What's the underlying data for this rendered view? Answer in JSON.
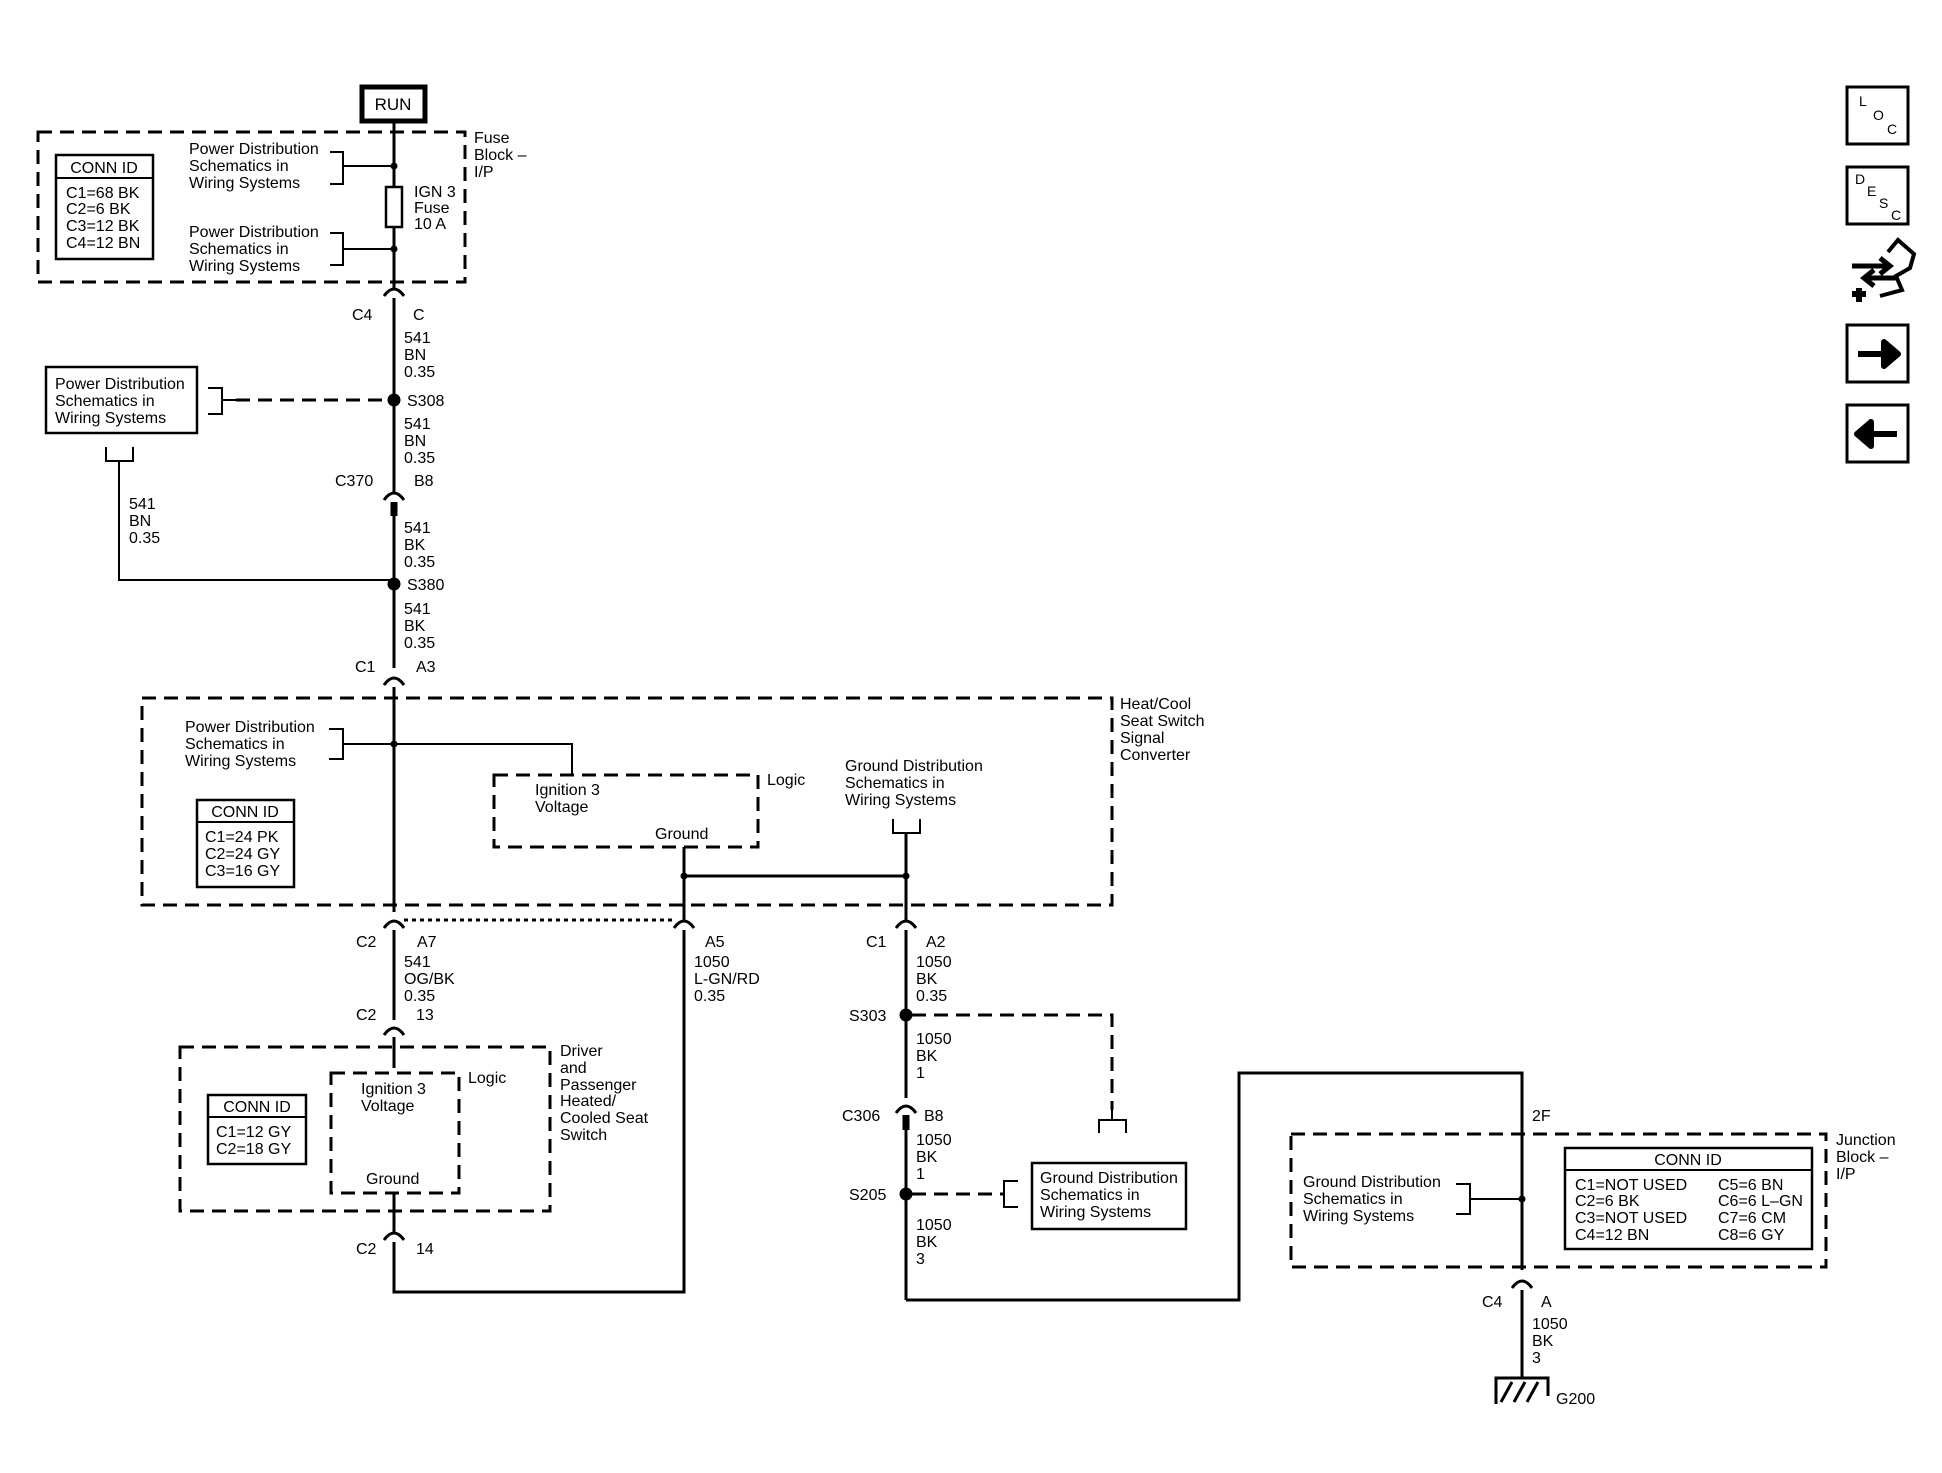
{
  "run_label": "RUN",
  "fuse_block": {
    "title": [
      "Fuse",
      "Block –",
      "I/P"
    ],
    "conn_title": "CONN ID",
    "conn": [
      "C1=68 BK",
      "C2=6 BK",
      "C3=12 BK",
      "C4=12 BN"
    ],
    "pd1": [
      "Power Distribution",
      "Schematics in",
      "Wiring Systems"
    ],
    "pd2": [
      "Power Distribution",
      "Schematics in",
      "Wiring Systems"
    ],
    "fuse": [
      "IGN 3",
      "Fuse",
      "10 A"
    ]
  },
  "pd_ext": [
    "Power Distribution",
    "Schematics in",
    "Wiring Systems"
  ],
  "connectors": {
    "c4_top": [
      "C4",
      "C"
    ],
    "c370": [
      "C370",
      "B8"
    ],
    "c1_a3": [
      "C1",
      "A3"
    ],
    "c2_a7": [
      "C2",
      "A7"
    ],
    "a5": "A5",
    "c1_a2": [
      "C1",
      "A2"
    ],
    "c2_13": [
      "C2",
      "13"
    ],
    "c2_14": [
      "C2",
      "14"
    ],
    "c306": [
      "C306",
      "B8"
    ],
    "c4_a": [
      "C4",
      "A"
    ]
  },
  "splices": {
    "s308": "S308",
    "s380": "S380",
    "s303": "S303",
    "s205": "S205"
  },
  "wires": {
    "w1": [
      "541",
      "BN",
      "0.35"
    ],
    "w2": [
      "541",
      "BN",
      "0.35"
    ],
    "w3": [
      "541",
      "BK",
      "0.35"
    ],
    "w4": [
      "541",
      "BK",
      "0.35"
    ],
    "w_left": [
      "541",
      "BN",
      "0.35"
    ],
    "w5": [
      "541",
      "OG/BK",
      "0.35"
    ],
    "w6": [
      "1050",
      "L-GN/RD",
      "0.35"
    ],
    "w7": [
      "1050",
      "BK",
      "0.35"
    ],
    "w8": [
      "1050",
      "BK",
      "1"
    ],
    "w9": [
      "1050",
      "BK",
      "1"
    ],
    "w10": [
      "1050",
      "BK",
      "3"
    ],
    "w11": [
      "1050",
      "BK",
      "3"
    ]
  },
  "heatcool": {
    "title": [
      "Heat/Cool",
      "Seat Switch",
      "Signal",
      "Converter"
    ],
    "pd": [
      "Power Distribution",
      "Schematics in",
      "Wiring Systems"
    ],
    "conn_title": "CONN ID",
    "conn": [
      "C1=24 PK",
      "C2=24 GY",
      "C3=16 GY"
    ],
    "logic": "Logic",
    "ign": [
      "Ignition 3",
      "Voltage"
    ],
    "ground": "Ground",
    "gd": [
      "Ground Distribution",
      "Schematics in",
      "Wiring Systems"
    ]
  },
  "seat_switch": {
    "title": [
      "Driver",
      "and",
      "Passenger",
      "Heated/",
      "Cooled Seat",
      "Switch"
    ],
    "conn_title": "CONN ID",
    "conn": [
      "C1=12 GY",
      "C2=18 GY"
    ],
    "logic": "Logic",
    "ign": [
      "Ignition 3",
      "Voltage"
    ],
    "ground": "Ground"
  },
  "gd_ext": [
    "Ground Distribution",
    "Schematics in",
    "Wiring Systems"
  ],
  "junction": {
    "title": [
      "Junction",
      "Block –",
      "I/P"
    ],
    "gd": [
      "Ground Distribution",
      "Schematics in",
      "Wiring Systems"
    ],
    "conn_title": "CONN ID",
    "conn_left": [
      "C1=NOT USED",
      "C2=6 BK",
      "C3=NOT USED",
      "C4=12 BN"
    ],
    "conn_right": [
      "C5=6 BN",
      "C6=6 L–GN",
      "C7=6 CM",
      "C8=6 GY"
    ],
    "pin_2f": "2F"
  },
  "ground_id": "G200",
  "nav": {
    "loc": [
      "L",
      "O",
      "C"
    ],
    "desc": [
      "D",
      "E",
      "S",
      "C"
    ]
  }
}
